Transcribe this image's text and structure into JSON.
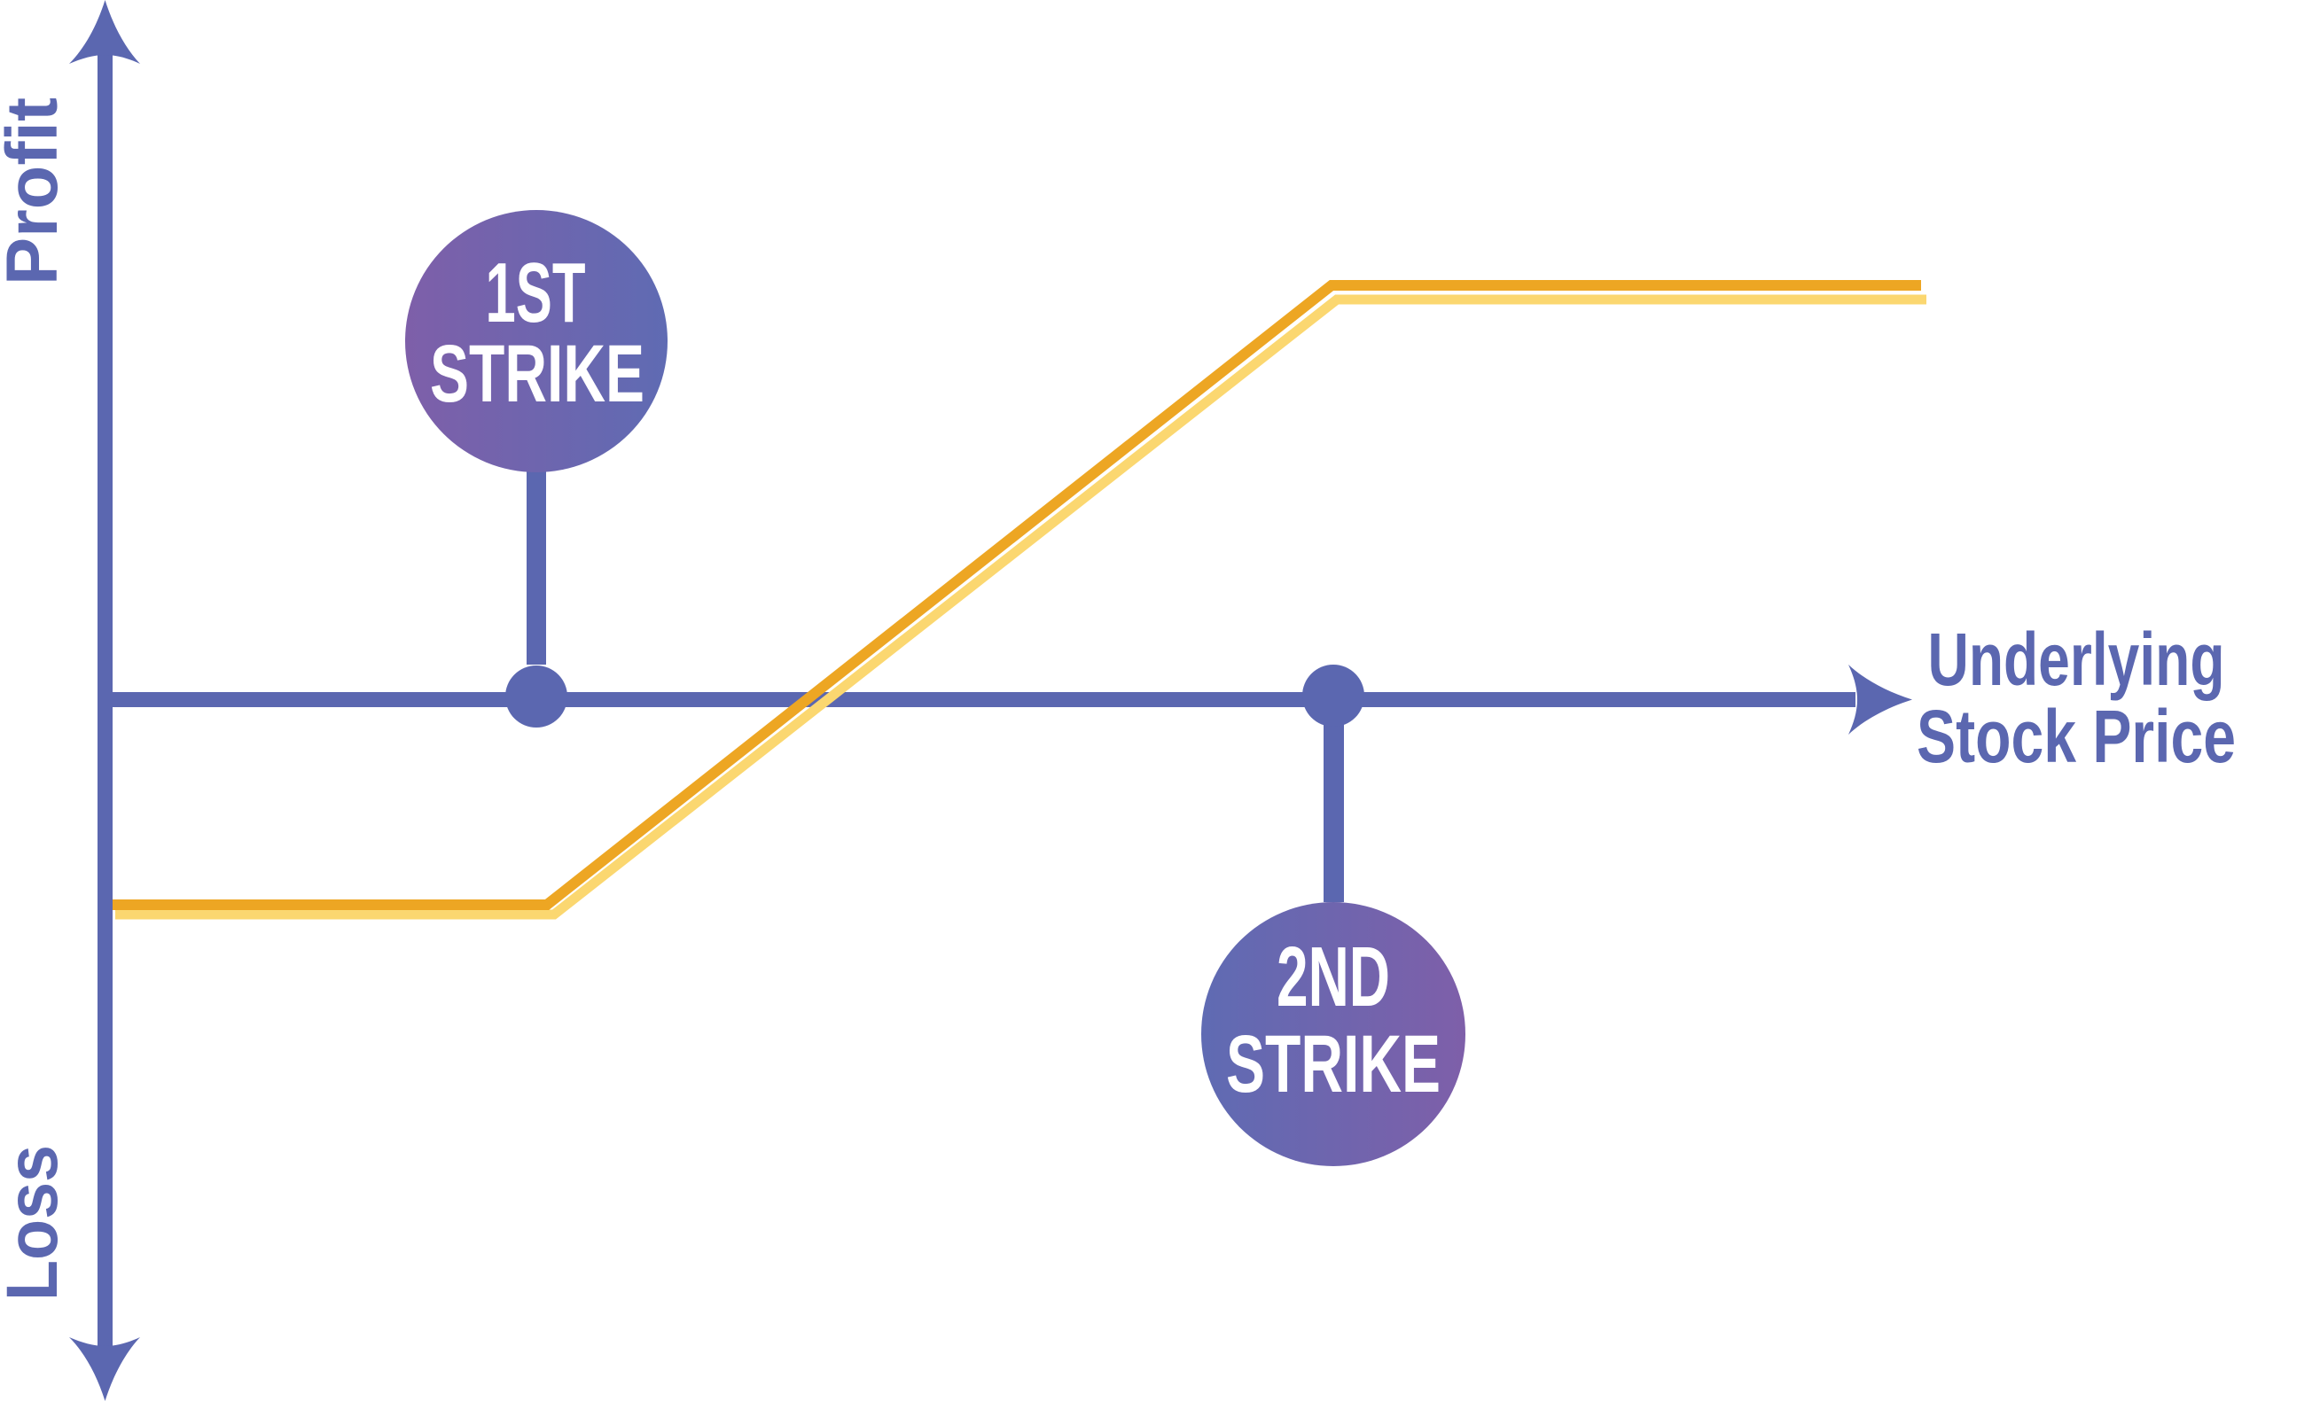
{
  "diagram": {
    "title": "Bull call spread payoff diagram",
    "y_axis": {
      "top_label": "Profit",
      "bottom_label": "Loss"
    },
    "x_axis": {
      "label_line1": "Underlying",
      "label_line2": "Stock Price"
    },
    "strikes": [
      {
        "line1": "1ST",
        "line2": "STRIKE",
        "position": "below-axis-callout-above"
      },
      {
        "line1": "2ND",
        "line2": "STRIKE",
        "position": "above-axis-callout-below"
      }
    ],
    "payoff": {
      "shape": "flat loss below 1st strike, rising linearly between strikes, flat profit above 2nd strike",
      "series": [
        {
          "name": "payoff-line-primary",
          "color": "#eda623"
        },
        {
          "name": "payoff-line-shadow",
          "color": "#fbd770"
        }
      ]
    },
    "colors": {
      "axis": "#5b67b0",
      "strike_gradient_purple": "#7e5fa9",
      "strike_gradient_blue": "#5f6bb3",
      "payoff_orange": "#eda623",
      "payoff_yellow": "#fbd770"
    }
  }
}
